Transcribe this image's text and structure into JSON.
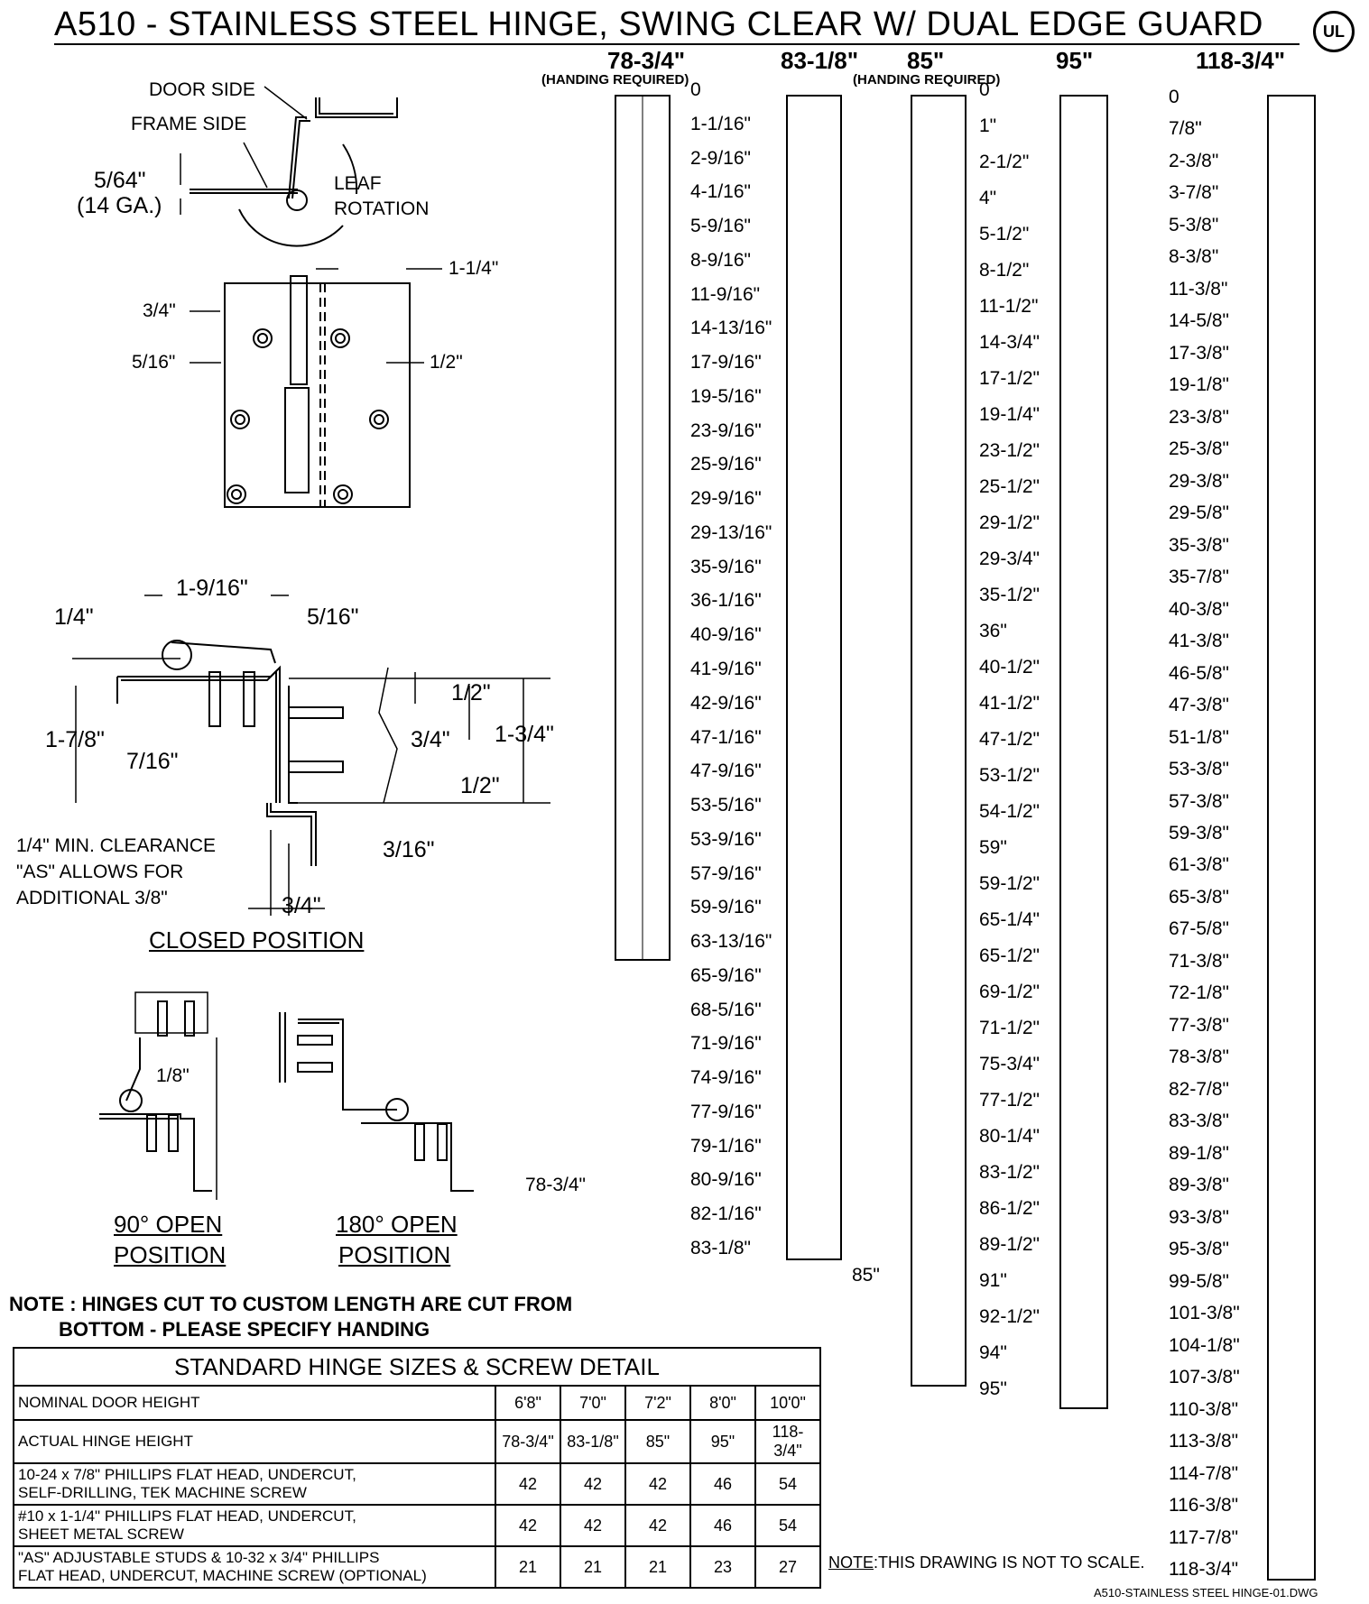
{
  "title": "A510 - STAINLESS STEEL HINGE, SWING CLEAR W/ DUAL EDGE GUARD",
  "ul_mark": "UL",
  "top_detail": {
    "door_side": "DOOR SIDE",
    "frame_side": "FRAME SIDE",
    "thickness": "5/64\"",
    "gauge": "(14 GA.)",
    "leaf": "LEAF",
    "rotation": "ROTATION"
  },
  "face_detail": {
    "d1": "1-1/4\"",
    "d2": "3/4\"",
    "d3": "5/16\"",
    "d4": "1/2\""
  },
  "closed_detail": {
    "a": "1-9/16\"",
    "b": "1/4\"",
    "c": "5/16\"",
    "d": "1-7/8\"",
    "e": "7/16\"",
    "f": "1/2\"",
    "g": "3/4\"",
    "h": "1-3/4\"",
    "i": "1/2\"",
    "j": "3/16\"",
    "k1": "1/4\" MIN. CLEARANCE",
    "k2": "\"AS\" ALLOWS FOR",
    "k3": "ADDITIONAL 3/8\"",
    "l": "3/4\"",
    "caption": "CLOSED POSITION"
  },
  "open_detail": {
    "gap": "1/8\"",
    "caption90a": "90° OPEN",
    "caption90b": "POSITION",
    "caption180a": "180° OPEN",
    "caption180b": "POSITION"
  },
  "columns": [
    {
      "head": "78-3/4\"",
      "sub": "(HANDING REQUIRED)"
    },
    {
      "head": "83-1/8\"",
      "sub": ""
    },
    {
      "head": "85\"",
      "sub": "(HANDING REQUIRED)"
    },
    {
      "head": "95\"",
      "sub": ""
    },
    {
      "head": "118-3/4\"",
      "sub": ""
    }
  ],
  "hole_labels": {
    "c1": [
      "0",
      "1-1/16\"",
      "2-9/16\"",
      "4-1/16\"",
      "5-9/16\"",
      "8-9/16\"",
      "11-9/16\"",
      "14-13/16\"",
      "17-9/16\"",
      "19-5/16\"",
      "23-9/16\"",
      "25-9/16\"",
      "29-9/16\"",
      "29-13/16\"",
      "35-9/16\"",
      "36-1/16\"",
      "40-9/16\"",
      "41-9/16\"",
      "42-9/16\"",
      "47-1/16\"",
      "47-9/16\"",
      "53-5/16\"",
      "53-9/16\"",
      "57-9/16\"",
      "59-9/16\"",
      "63-13/16\"",
      "65-9/16\"",
      "68-5/16\"",
      "71-9/16\"",
      "74-9/16\"",
      "77-9/16\"",
      "79-1/16\"",
      "80-9/16\"",
      "82-1/16\"",
      "83-1/8\""
    ],
    "c1_end": "78-3/4\"",
    "c2": [
      "0",
      "1\"",
      "2-1/2\"",
      "4\"",
      "5-1/2\"",
      "8-1/2\"",
      "11-1/2\"",
      "14-3/4\"",
      "17-1/2\"",
      "19-1/4\"",
      "23-1/2\"",
      "25-1/2\"",
      "29-1/2\"",
      "29-3/4\"",
      "35-1/2\"",
      "36\"",
      "40-1/2\"",
      "41-1/2\"",
      "47-1/2\"",
      "53-1/2\"",
      "54-1/2\"",
      "59\"",
      "59-1/2\"",
      "65-1/4\"",
      "65-1/2\"",
      "69-1/2\"",
      "71-1/2\"",
      "75-3/4\"",
      "77-1/2\"",
      "80-1/4\"",
      "83-1/2\"",
      "86-1/2\"",
      "89-1/2\"",
      "91\"",
      "92-1/2\"",
      "94\"",
      "95\""
    ],
    "c2_end": "85\"",
    "c3": [
      "0",
      "7/8\"",
      "2-3/8\"",
      "3-7/8\"",
      "5-3/8\"",
      "8-3/8\"",
      "11-3/8\"",
      "14-5/8\"",
      "17-3/8\"",
      "19-1/8\"",
      "23-3/8\"",
      "25-3/8\"",
      "29-3/8\"",
      "29-5/8\"",
      "35-3/8\"",
      "35-7/8\"",
      "40-3/8\"",
      "41-3/8\"",
      "46-5/8\"",
      "47-3/8\"",
      "51-1/8\"",
      "53-3/8\"",
      "57-3/8\"",
      "59-3/8\"",
      "61-3/8\"",
      "65-3/8\"",
      "67-5/8\"",
      "71-3/8\"",
      "72-1/8\"",
      "77-3/8\"",
      "78-3/8\"",
      "82-7/8\"",
      "83-3/8\"",
      "89-1/8\"",
      "89-3/8\"",
      "93-3/8\"",
      "95-3/8\"",
      "99-5/8\"",
      "101-3/8\"",
      "104-1/8\"",
      "107-3/8\"",
      "110-3/8\"",
      "113-3/8\"",
      "114-7/8\"",
      "116-3/8\"",
      "117-7/8\"",
      "118-3/4\""
    ]
  },
  "note": "NOTE : HINGES CUT TO CUSTOM LENGTH ARE CUT FROM\n         BOTTOM - PLEASE SPECIFY HANDING",
  "table": {
    "title": "STANDARD HINGE SIZES & SCREW DETAIL",
    "rows": [
      {
        "label": "NOMINAL DOOR HEIGHT",
        "vals": [
          "6'8\"",
          "7'0\"",
          "7'2\"",
          "8'0\"",
          "10'0\""
        ]
      },
      {
        "label": "ACTUAL HINGE HEIGHT",
        "vals": [
          "78-3/4\"",
          "83-1/8\"",
          "85\"",
          "95\"",
          "118-3/4\""
        ]
      },
      {
        "label": "10-24 x 7/8\" PHILLIPS FLAT HEAD, UNDERCUT,\nSELF-DRILLING, TEK MACHINE SCREW",
        "vals": [
          "42",
          "42",
          "42",
          "46",
          "54"
        ]
      },
      {
        "label": "#10 x 1-1/4\" PHILLIPS FLAT HEAD, UNDERCUT,\nSHEET METAL SCREW",
        "vals": [
          "42",
          "42",
          "42",
          "46",
          "54"
        ]
      },
      {
        "label": "\"AS\" ADJUSTABLE STUDS & 10-32 x 3/4\" PHILLIPS\nFLAT HEAD, UNDERCUT, MACHINE SCREW (OPTIONAL)",
        "vals": [
          "21",
          "21",
          "21",
          "23",
          "27"
        ]
      }
    ]
  },
  "scale_note": "THIS DRAWING IS NOT TO SCALE.",
  "scale_note_prefix": "NOTE",
  "drawing_id": "A510-STAINLESS STEEL HINGE-01.DWG"
}
